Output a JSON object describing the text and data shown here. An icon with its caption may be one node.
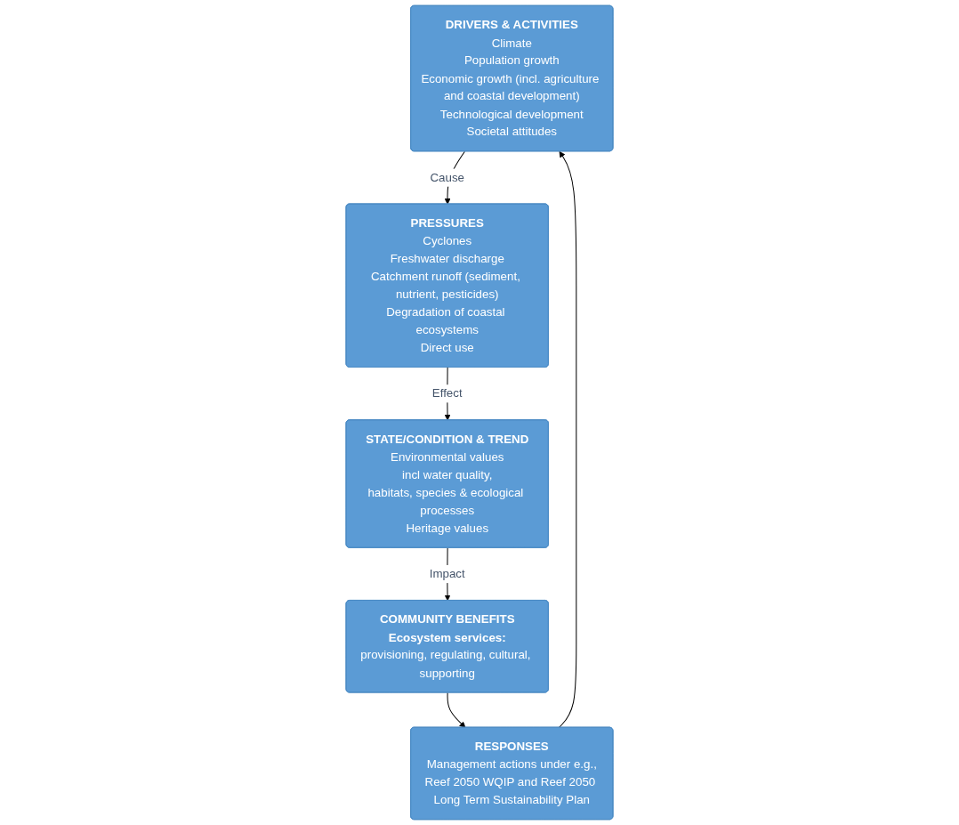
{
  "diagram": {
    "nodes": [
      {
        "text": [
          "DRIVERS & ACTIVITIES",
          "Climate",
          "Population growth",
          "Economic growth (incl. agriculture and coastal development)",
          "Technological development",
          "Societal attitudes"
        ]
      },
      {
        "text": [
          "PRESSURES",
          "Cyclones",
          "Freshwater discharge",
          "Catchment runoff (sediment, nutrient, pesticides)",
          "Degradation of coastal ecosystems",
          "Direct use"
        ]
      },
      {
        "text": [
          "STATE/CONDITION & TREND",
          "Environmental values",
          "incl water quality,",
          "habitats, species & ecological processes",
          "Heritage values"
        ]
      },
      {
        "text": [
          "COMMUNITY BENEFITS",
          "Ecosystem services:",
          "provisioning, regulating, cultural, supporting"
        ]
      },
      {
        "text": [
          "RESPONSES",
          "Management actions under e.g.,",
          "Reef 2050 WQIP and Reef 2050 Long Term Sustainability Plan"
        ]
      }
    ],
    "edges": [
      {
        "from": 0,
        "to": 1,
        "label": "Cause",
        "arrow": "to"
      },
      {
        "from": 1,
        "to": 2,
        "label": "Effect",
        "arrow": "to"
      },
      {
        "from": 2,
        "to": 3,
        "label": "Impact",
        "arrow": "to"
      },
      {
        "from": 3,
        "to": 4,
        "arrow": "to"
      },
      {
        "from": 4,
        "to": 0,
        "arrow": "to"
      }
    ]
  }
}
